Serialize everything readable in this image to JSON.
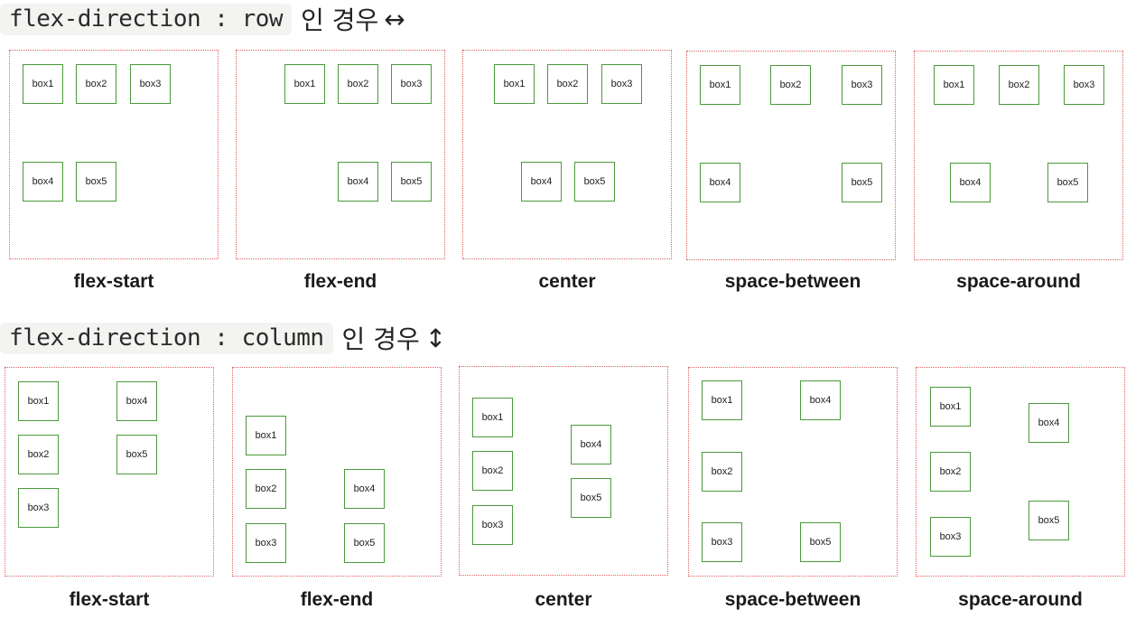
{
  "row_section": {
    "code_label": "flex-direction : row",
    "korean_label": "인 경우",
    "arrow_symbol": "↔",
    "panels": [
      {
        "caption": "flex-start",
        "boxes": [
          "box1",
          "box2",
          "box3",
          "box4",
          "box5"
        ]
      },
      {
        "caption": "flex-end",
        "boxes": [
          "box1",
          "box2",
          "box3",
          "box4",
          "box5"
        ]
      },
      {
        "caption": "center",
        "boxes": [
          "box1",
          "box2",
          "box3",
          "box4",
          "box5"
        ]
      },
      {
        "caption": "space-between",
        "boxes": [
          "box1",
          "box2",
          "box3",
          "box4",
          "box5"
        ]
      },
      {
        "caption": "space-around",
        "boxes": [
          "box1",
          "box2",
          "box3",
          "box4",
          "box5"
        ]
      }
    ]
  },
  "column_section": {
    "code_label": "flex-direction : column",
    "korean_label": "인 경우",
    "arrow_symbol": "↕",
    "panels": [
      {
        "caption": "flex-start",
        "boxes": [
          "box1",
          "box2",
          "box3",
          "box4",
          "box5"
        ]
      },
      {
        "caption": "flex-end",
        "boxes": [
          "box1",
          "box2",
          "box3",
          "box4",
          "box5"
        ]
      },
      {
        "caption": "center",
        "boxes": [
          "box1",
          "box2",
          "box3",
          "box4",
          "box5"
        ]
      },
      {
        "caption": "space-between",
        "boxes": [
          "box1",
          "box2",
          "box3",
          "box4",
          "box5"
        ]
      },
      {
        "caption": "space-around",
        "boxes": [
          "box1",
          "box2",
          "box3",
          "box4",
          "box5"
        ]
      }
    ]
  },
  "colors": {
    "panel_border": "#e06060",
    "box_border": "#4a9a3a",
    "code_background": "#f3f3f1"
  }
}
